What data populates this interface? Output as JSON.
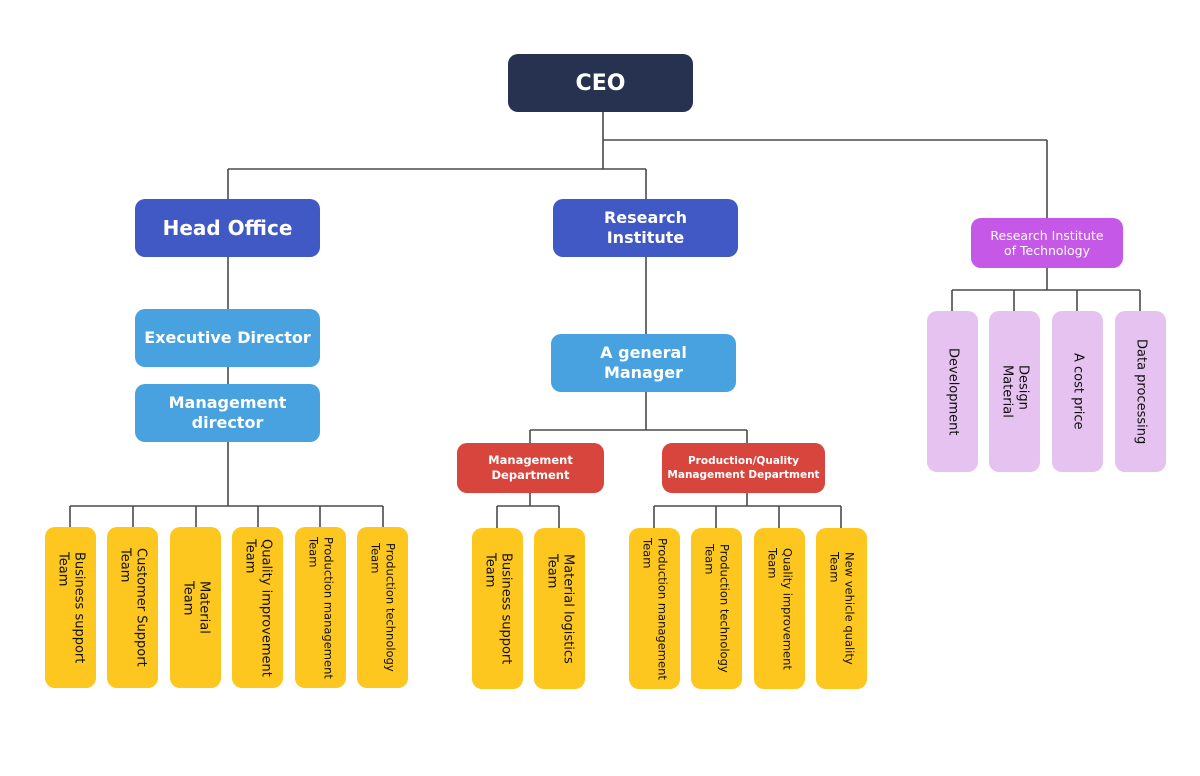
{
  "ceo": "CEO",
  "head_office": {
    "title": "Head Office",
    "executive_director": "Executive Director",
    "management_director": "Management\ndirector",
    "teams": [
      "Business support\nTeam",
      "Customer Support\nTeam",
      "Material\nTeam",
      "Quality improvement\nTeam",
      "Production management\nTeam",
      "Production technology\nTeam"
    ]
  },
  "research_institute": {
    "title": "Research\nInstitute",
    "general_manager": "A general\nManager",
    "management_department": {
      "title": "Management\nDepartment",
      "teams": [
        "Business support\nTeam",
        "Material logistics\nTeam"
      ]
    },
    "production_quality_department": {
      "title": "Production/Quality\nManagement Department",
      "teams": [
        "Production management\nTeam",
        "Production technology\nTeam",
        "Quality improvement\nTeam",
        "New vehicle quality\nTeam"
      ]
    }
  },
  "technology_institute": {
    "title": "Research Institute\nof Technology",
    "teams": [
      "Development",
      "Design\nMaterial",
      "A cost price",
      "Data processing"
    ]
  }
}
